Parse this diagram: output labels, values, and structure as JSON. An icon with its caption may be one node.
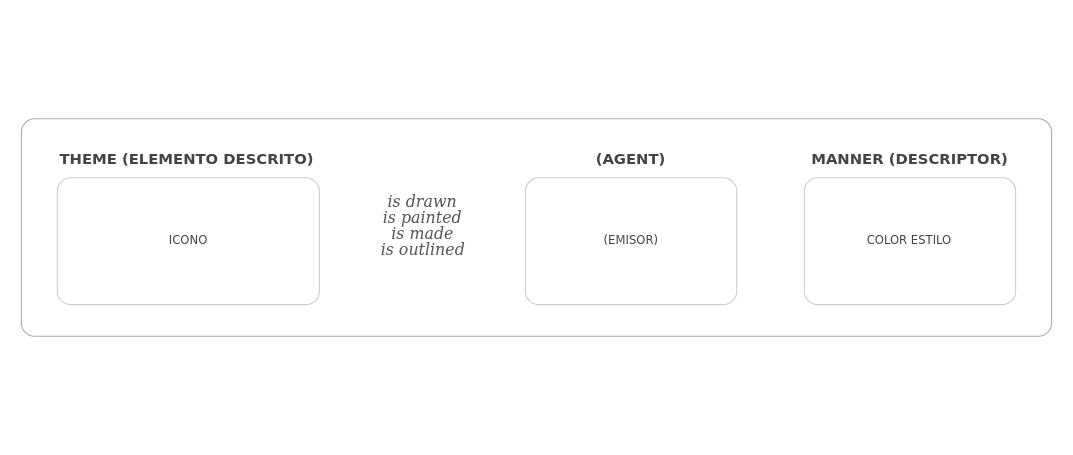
{
  "diagram": {
    "nodes": [
      {
        "text": [],
        "shape": "box"
      },
      {
        "text": [
          "THEME (ELEMENTO DESCRITO)",
          "ICONO"
        ],
        "in": 0
      },
      {
        "text": [
          "(AGENT)",
          "(EMISOR)"
        ],
        "in": 0
      },
      {
        "text": [
          "MANNER (DESCRIPTOR)",
          "COLOR ESTILO"
        ],
        "in": 0
      }
    ],
    "edges": [],
    "labels": [
      "is drawn is painted is made is outlined"
    ]
  }
}
